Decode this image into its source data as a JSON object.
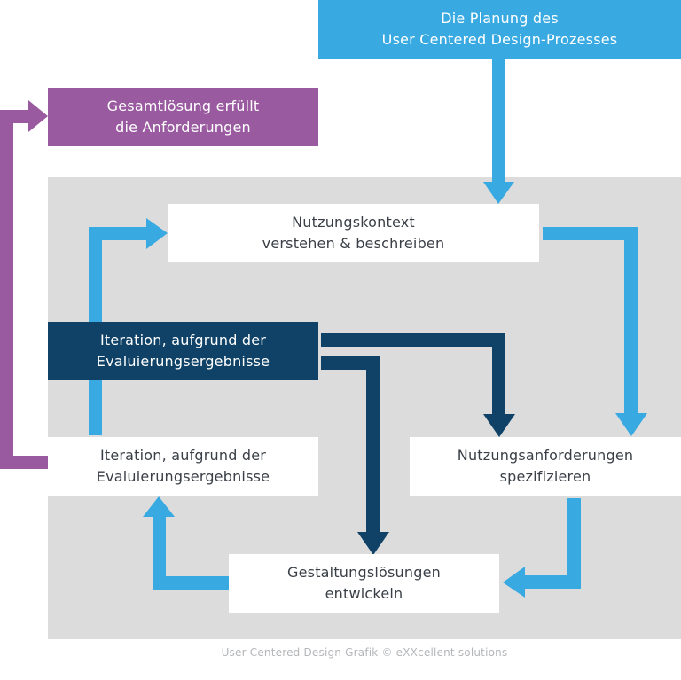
{
  "colors": {
    "light_blue": "#39a9e1",
    "navy": "#0f4266",
    "purple": "#9a5aa0",
    "panel_gray": "#dcdcdd"
  },
  "boxes": {
    "planning": {
      "line1": "Die Planung des",
      "line2": "User Centered Design-Prozesses"
    },
    "overall_solution": {
      "line1": "Gesamtlösung erfüllt",
      "line2": "die Anforderungen"
    },
    "context": {
      "line1": "Nutzungskontext",
      "line2": "verstehen & beschreiben"
    },
    "iteration_highlight": {
      "line1": "Iteration, aufgrund der",
      "line2": "Evaluierungsergebnisse"
    },
    "iteration": {
      "line1": "Iteration, aufgrund der",
      "line2": "Evaluierungsergebnisse"
    },
    "requirements": {
      "line1": "Nutzungsanforderungen",
      "line2": "spezifizieren"
    },
    "design": {
      "line1": "Gestaltungslösungen",
      "line2": "entwickeln"
    }
  },
  "caption": "User Centered Design Grafik © eXXcellent solutions"
}
